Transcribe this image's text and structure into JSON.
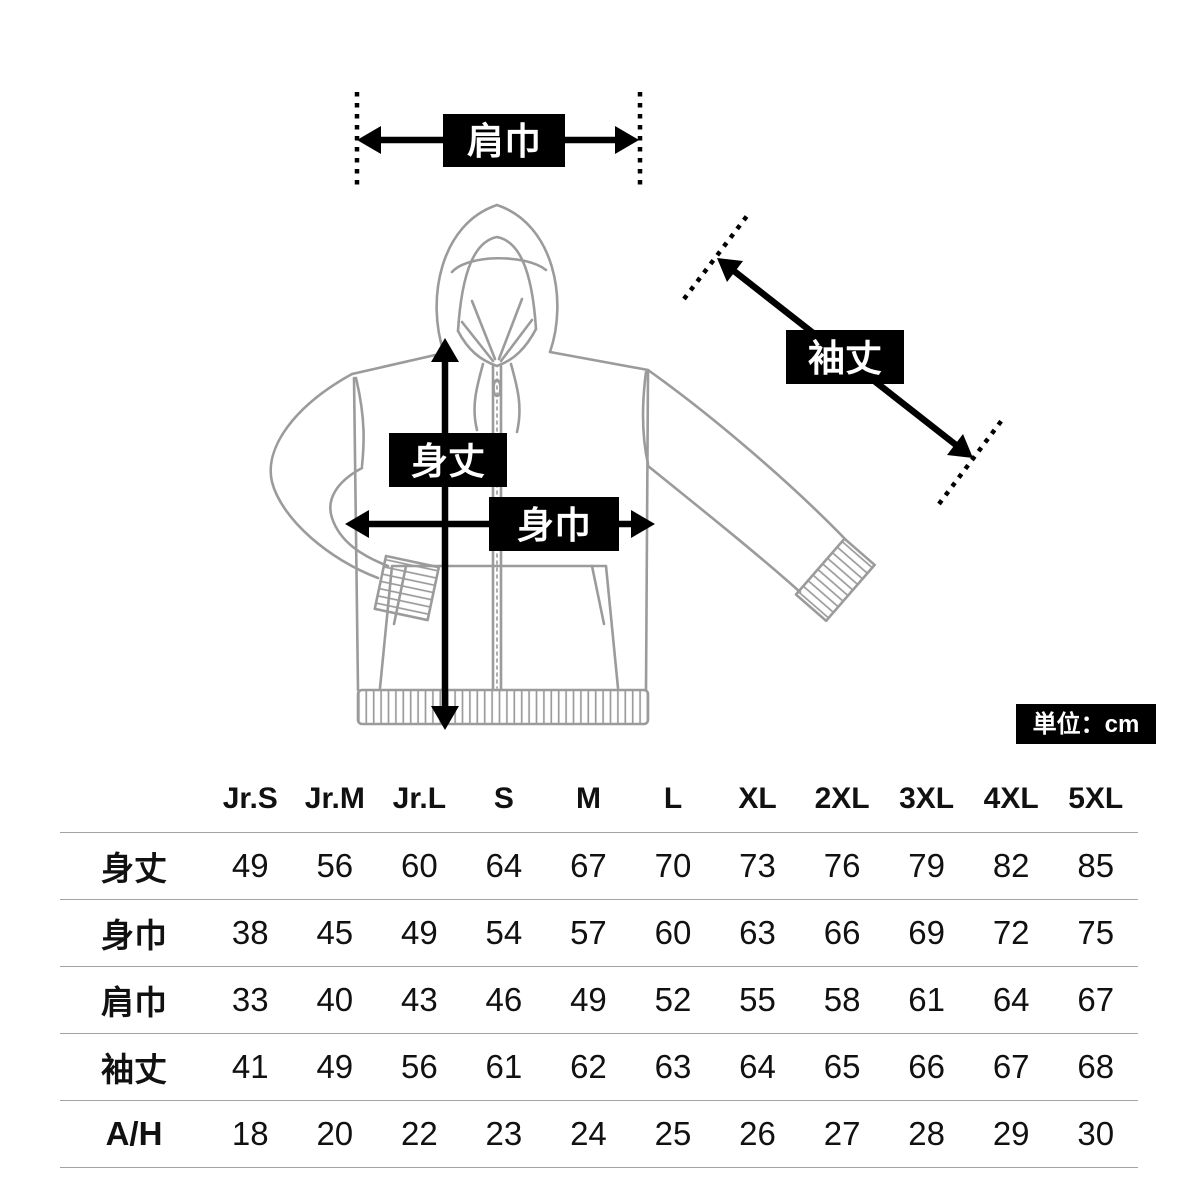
{
  "diagram": {
    "measure_labels": {
      "shoulder_width": "肩巾",
      "sleeve_length": "袖丈",
      "body_length": "身丈",
      "body_width": "身巾"
    },
    "unit_label": "単位：cm"
  },
  "size_chart": {
    "columns": [
      "Jr.S",
      "Jr.M",
      "Jr.L",
      "S",
      "M",
      "L",
      "XL",
      "2XL",
      "3XL",
      "4XL",
      "5XL"
    ],
    "rows": [
      {
        "label": "身丈",
        "values": [
          "49",
          "56",
          "60",
          "64",
          "67",
          "70",
          "73",
          "76",
          "79",
          "82",
          "85"
        ]
      },
      {
        "label": "身巾",
        "values": [
          "38",
          "45",
          "49",
          "54",
          "57",
          "60",
          "63",
          "66",
          "69",
          "72",
          "75"
        ]
      },
      {
        "label": "肩巾",
        "values": [
          "33",
          "40",
          "43",
          "46",
          "49",
          "52",
          "55",
          "58",
          "61",
          "64",
          "67"
        ]
      },
      {
        "label": "袖丈",
        "values": [
          "41",
          "49",
          "56",
          "61",
          "62",
          "63",
          "64",
          "65",
          "66",
          "67",
          "68"
        ]
      },
      {
        "label": "A/H",
        "values": [
          "18",
          "20",
          "22",
          "23",
          "24",
          "25",
          "26",
          "27",
          "28",
          "29",
          "30"
        ]
      }
    ]
  },
  "colors": {
    "ink": "#000000",
    "line_art": "#9b9b9b",
    "grid_line": "#a3a3a3",
    "label_bg": "#000000",
    "label_text": "#ffffff"
  }
}
